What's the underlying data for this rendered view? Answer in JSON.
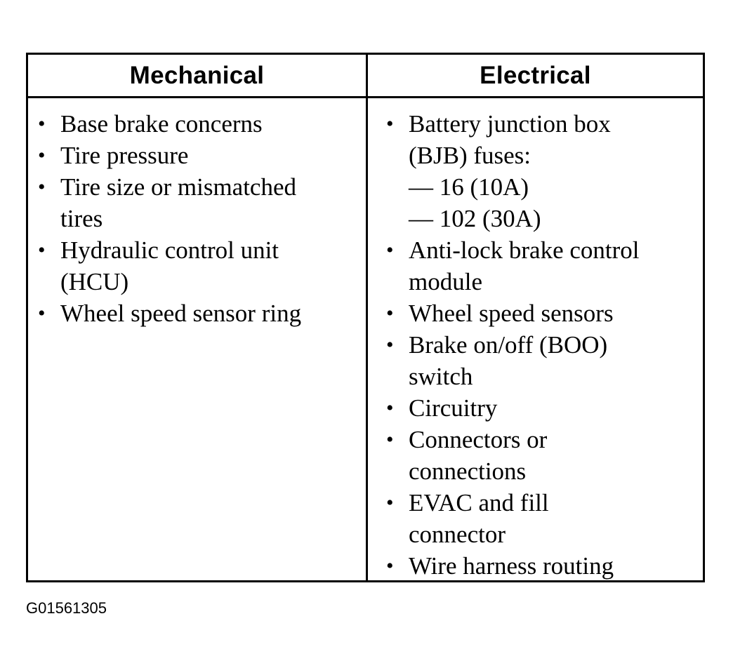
{
  "table": {
    "headers": {
      "mechanical": "Mechanical",
      "electrical": "Electrical"
    },
    "mechanical": [
      "Base brake concerns",
      "Tire pressure",
      "Tire size or mismatched\ntires",
      "Hydraulic control unit\n(HCU)",
      "Wheel speed sensor ring"
    ],
    "electrical": [
      "Battery junction box\n(BJB) fuses:\n— 16 (10A)\n— 102 (30A)",
      "Anti-lock brake control\nmodule",
      "Wheel speed sensors",
      "Brake on/off (BOO)\nswitch",
      "Circuitry",
      "Connectors or\nconnections",
      "EVAC and fill\nconnector",
      "Wire harness routing"
    ],
    "bullet": "•"
  },
  "caption": "G01561305"
}
